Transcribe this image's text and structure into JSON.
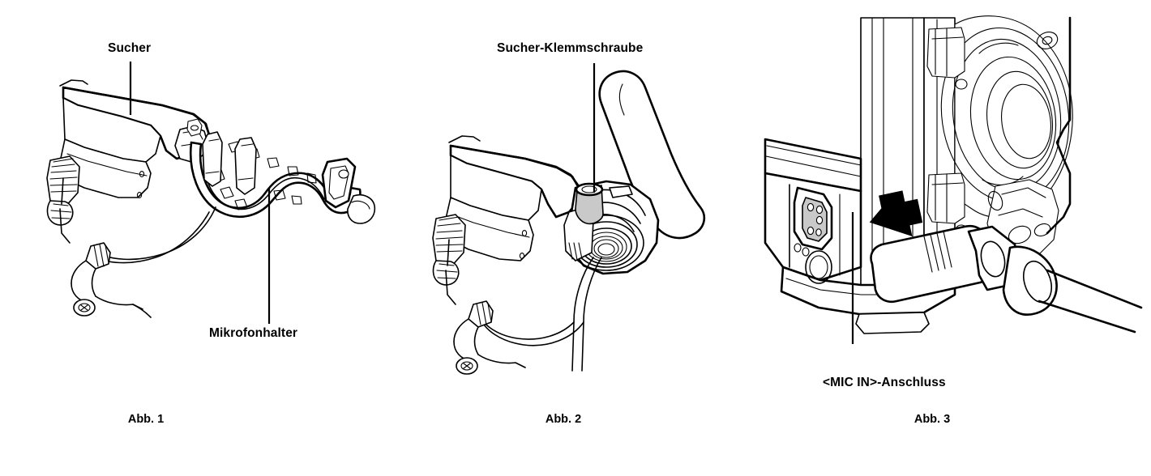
{
  "document": {
    "title": "Sucher und Mikrofon Montage",
    "language": "de"
  },
  "figures": [
    {
      "id": "fig1",
      "caption": "Abb. 1",
      "callouts": [
        {
          "id": "sucher",
          "text": "Sucher"
        },
        {
          "id": "mikrofonhalter",
          "text": "Mikrofonhalter"
        }
      ],
      "parts": [
        "viewfinder-body",
        "microphone-holder-clamp",
        "microphone-cable",
        "mounting-screw"
      ]
    },
    {
      "id": "fig2",
      "caption": "Abb. 2",
      "callouts": [
        {
          "id": "klemmschraube",
          "text": "Sucher-Klemmschraube"
        }
      ],
      "parts": [
        "viewfinder-body",
        "microphone",
        "clamp-screw",
        "microphone-cable"
      ]
    },
    {
      "id": "fig3",
      "caption": "Abb. 3",
      "callouts": [
        {
          "id": "micin",
          "text": "<MIC IN>-Anschluss"
        }
      ],
      "parts": [
        "camera-body",
        "lens-mount-ring",
        "mic-in-jack",
        "xlr-connector-plug",
        "insertion-arrow"
      ]
    }
  ],
  "colors": {
    "line": "#000000",
    "background": "#ffffff",
    "shaded_part": "#c9c9c9"
  }
}
